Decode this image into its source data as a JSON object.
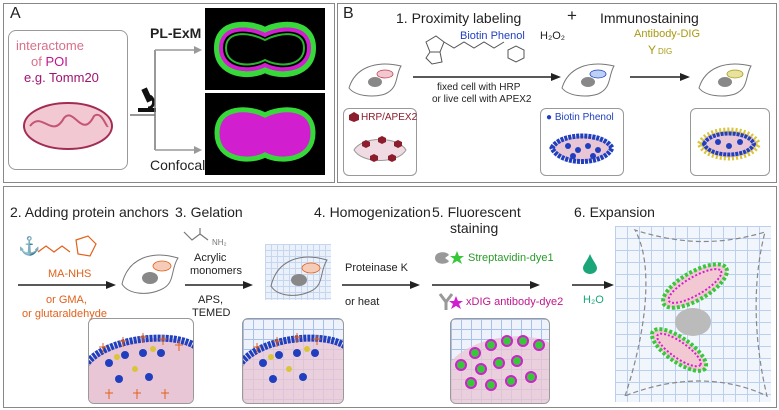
{
  "panel_a": {
    "label": "A",
    "interactome_line1": "interactome",
    "interactome_of": "of ",
    "interactome_poi": "POI",
    "interactome_eg": "e.g. Tomm20",
    "pl_exm": "PL-ExM",
    "confocal": "Confocal"
  },
  "panel_b": {
    "label": "B",
    "step1": "1. Proximity labeling",
    "plus": "+",
    "immuno": "Immunostaining",
    "biotin_phenol": "Biotin Phenol",
    "h2o2": "H₂O₂",
    "fixed_cell": "fixed cell with HRP",
    "live_cell": "or live cell with APEX2",
    "hrp_apex2": "HRP/APEX2",
    "biotin_phenol_box": "Biotin Phenol",
    "antibody_dig": "Antibody-DIG",
    "dig": "DIG"
  },
  "panel_c": {
    "step2": "2. Adding protein anchors",
    "ma_nhs": "MA-NHS",
    "or_gma": "or GMA,",
    "or_glut": "or glutaraldehyde",
    "step3": "3. Gelation",
    "acrylic1": "Acrylic",
    "acrylic2": "monomers",
    "aps": "APS,",
    "temed": "TEMED",
    "nh2": "NH₂",
    "step4": "4. Homogenization",
    "proteinase": "Proteinase K",
    "or_heat": "or heat",
    "step5a": "5. Fluorescent",
    "step5b": "staining",
    "strep": "Streptavidin-dye1",
    "xdig": "xDIG antibody-dye2",
    "step6": "6. Expansion",
    "h2o": "H₂O"
  },
  "colors": {
    "orange": "#e2611c",
    "blue": "#1f3fbf",
    "green": "#37c83a",
    "magenta": "#d11fd0",
    "pink": "#d35c7a",
    "olive": "#b3a21a"
  }
}
